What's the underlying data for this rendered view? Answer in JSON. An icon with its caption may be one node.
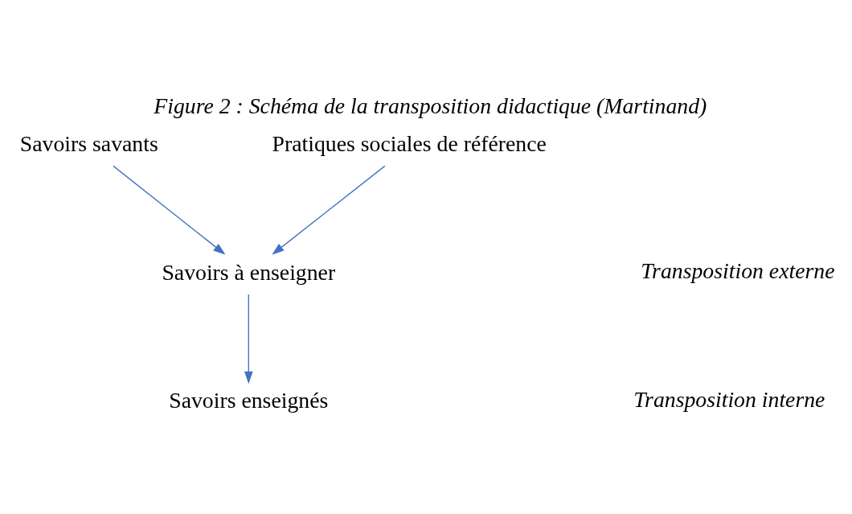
{
  "diagram": {
    "title": "Figure 2 : Schéma de la transposition didactique (Martinand)",
    "nodes": [
      {
        "text": [
          "Savoirs savants"
        ]
      },
      {
        "text": [
          "Pratiques sociales de référence"
        ]
      },
      {
        "text": [
          "Savoirs à enseigner"
        ]
      },
      {
        "text": [
          "Savoirs enseignés"
        ]
      }
    ],
    "edges": [
      {
        "from": 0,
        "to": 2,
        "arrow": "to"
      },
      {
        "from": 1,
        "to": 2,
        "arrow": "to"
      },
      {
        "from": 2,
        "to": 3,
        "arrow": "to"
      }
    ],
    "labels": [
      "Transposition externe",
      "Transposition interne"
    ]
  }
}
